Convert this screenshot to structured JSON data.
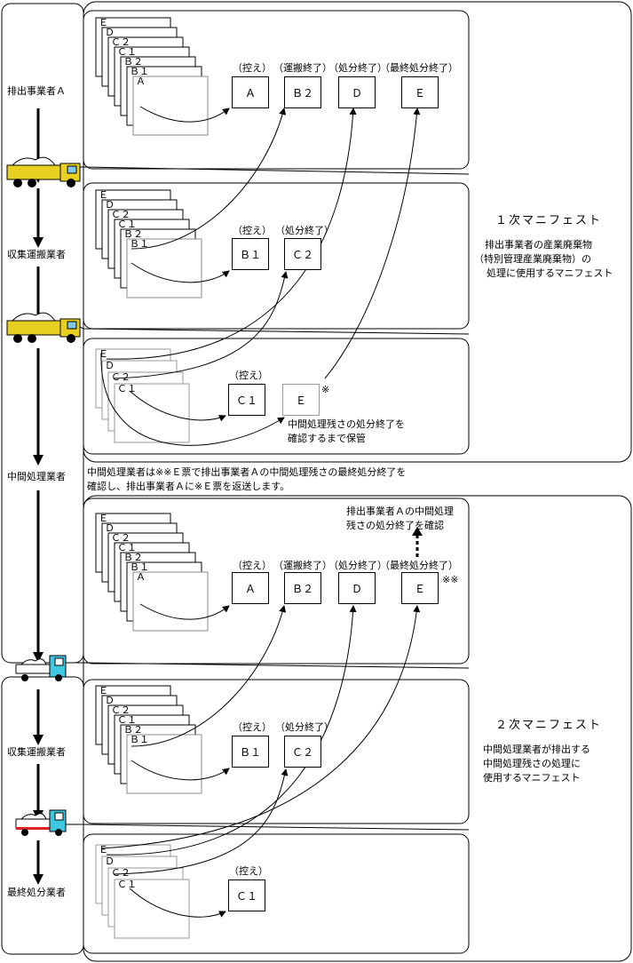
{
  "actors": {
    "a": "排出事業者Ａ",
    "collector": "収集運搬業者",
    "intermediate": "中間処理業者",
    "collector2": "収集運搬業者",
    "final": "最終処分業者"
  },
  "slip_letters": {
    "a": "Ａ",
    "b1": "Ｂ１",
    "b2": "Ｂ２",
    "c1": "Ｃ１",
    "c2": "Ｃ２",
    "d": "Ｄ",
    "e": "Ｅ"
  },
  "labels": {
    "hikae": "（控え）",
    "unpan": "（運搬終了）",
    "shobun": "（処分終了）",
    "saishu": "（最終処分終了）"
  },
  "marks": {
    "kome": "※",
    "komekome": "※※"
  },
  "notes": {
    "storage_1": "中間処理残さの処分終了を",
    "storage_2": "確認するまで保管",
    "between_1": "中間処理業者は※※Ｅ票で排出事業者Ａの中間処理残さの最終処分終了を",
    "between_2": "確認し、排出事業者Ａに※Ｅ票を返送します。",
    "confirm_1": "排出事業者Ａの中間処理",
    "confirm_2": "残さの処分終了を確認"
  },
  "manifest1": {
    "title": "１次マニフェスト",
    "desc_1": "排出事業者の産業廃棄物",
    "desc_2": "（特別管理産業廃棄物）の",
    "desc_3": "処理に使用するマニフェスト"
  },
  "manifest2": {
    "title": "２次マニフェスト",
    "desc_1": "中間処理業者が排出する",
    "desc_2": "中間処理残さの処理に",
    "desc_3": "使用するマニフェスト"
  }
}
